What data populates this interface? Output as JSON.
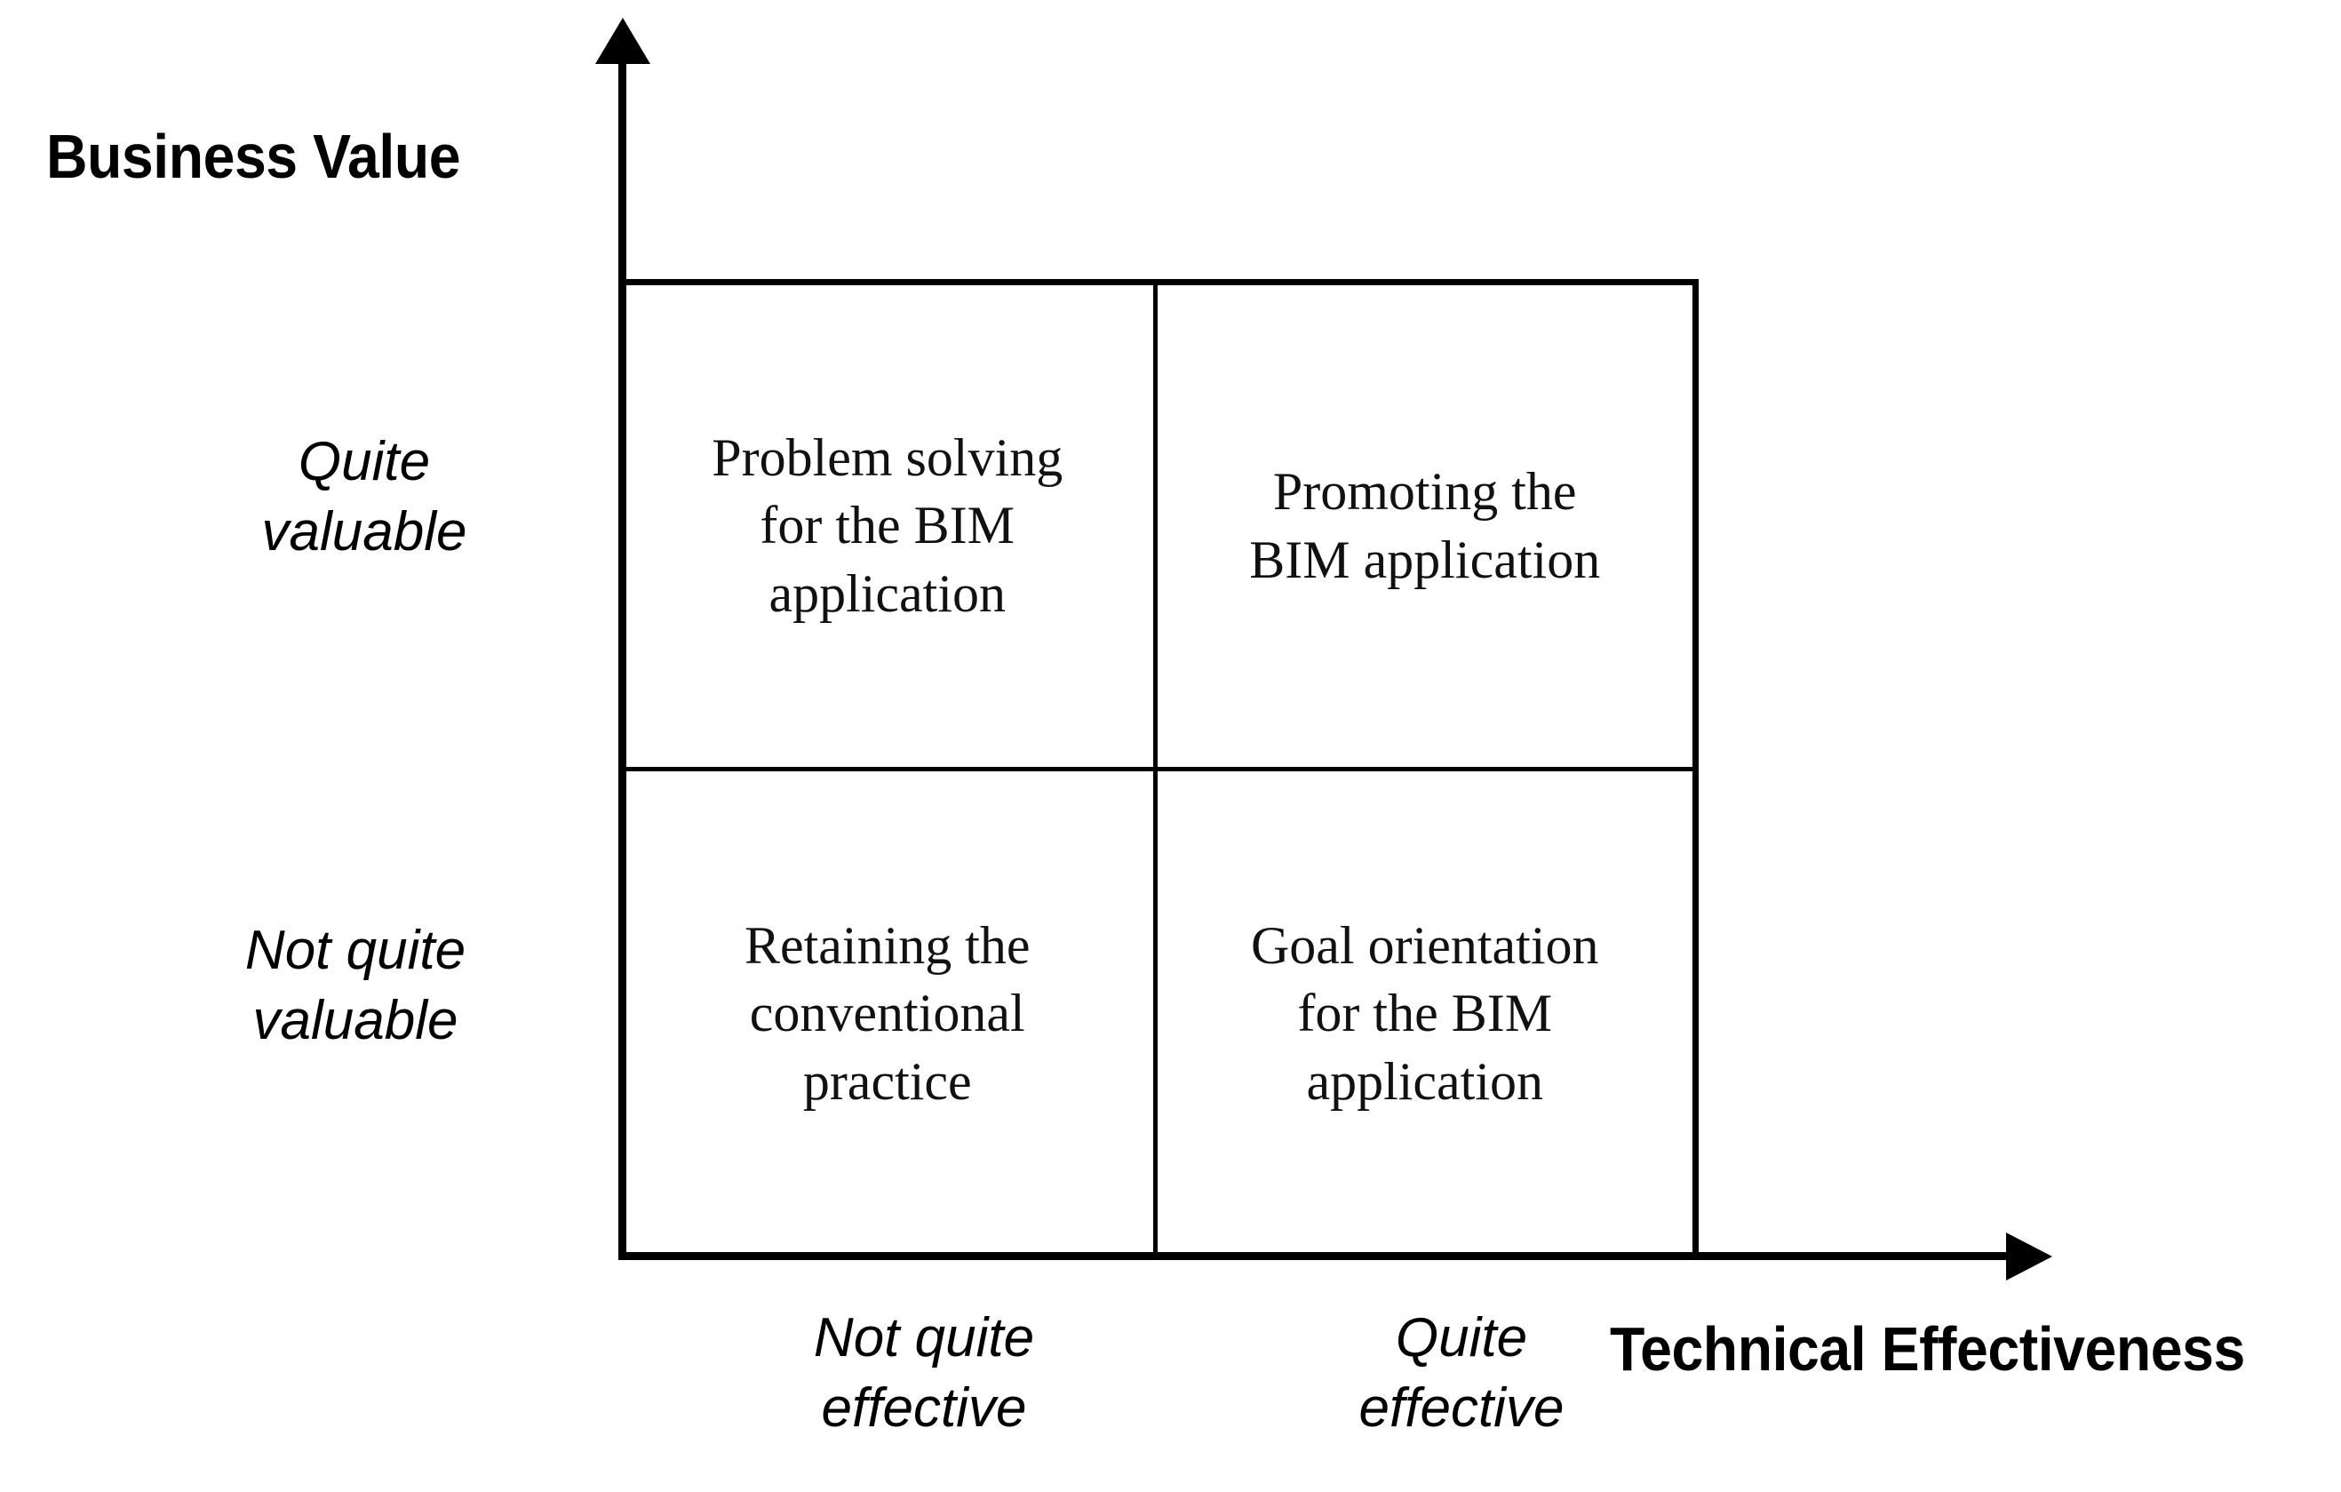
{
  "diagram": {
    "type": "2x2-matrix",
    "axes": {
      "y": {
        "title": "Business Value",
        "ticks": [
          {
            "label": "Quite\nvaluable",
            "position": "upper"
          },
          {
            "label": "Not quite\nvaluable",
            "position": "lower"
          }
        ],
        "arrow": "up"
      },
      "x": {
        "title": "Technical Effectiveness",
        "ticks": [
          {
            "label": "Not quite\neffective",
            "position": "left"
          },
          {
            "label": "Quite\neffective",
            "position": "right"
          }
        ],
        "arrow": "right"
      }
    },
    "quadrants": [
      {
        "id": "top-left",
        "x": "Not quite effective",
        "y": "Quite valuable",
        "text": "Problem solving\nfor the BIM\napplication"
      },
      {
        "id": "top-right",
        "x": "Quite effective",
        "y": "Quite valuable",
        "text": "Promoting the\nBIM application"
      },
      {
        "id": "bottom-left",
        "x": "Not quite effective",
        "y": "Not quite valuable",
        "text": "Retaining the\nconventional\npractice"
      },
      {
        "id": "bottom-right",
        "x": "Quite effective",
        "y": "Not quite valuable",
        "text": "Goal orientation\nfor the BIM\napplication"
      }
    ],
    "colors": {
      "stroke": "#000000",
      "background": "#ffffff",
      "text": "#111111"
    }
  }
}
